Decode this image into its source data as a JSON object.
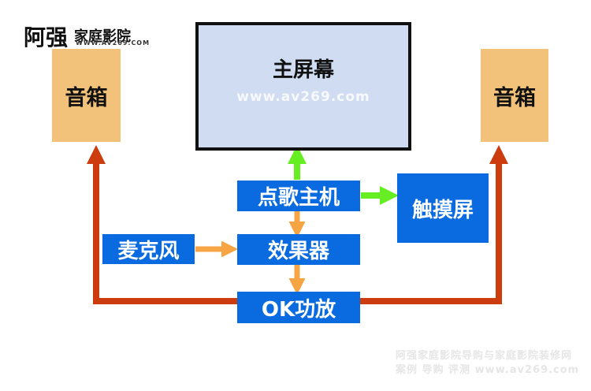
{
  "logo": {
    "name": "阿强",
    "sub": "家庭影院",
    "url": "WWW.AV269.COM"
  },
  "nodes": {
    "speaker_left": "音箱",
    "speaker_right": "音箱",
    "main_screen": "主屏幕",
    "karaoke_host": "点歌主机",
    "touch_screen": "触摸屏",
    "microphone": "麦克风",
    "effects": "效果器",
    "amplifier": "OK功放"
  },
  "screen_watermark": "www.av269.com",
  "footer": {
    "line1": "阿强家庭影院导购与家庭影院装修网",
    "line2": "案例 导购 评测 www.av269.com"
  },
  "colors": {
    "speaker": "#f2c27a",
    "blue_box": "#0a6be0",
    "screen": "#cfdcf1",
    "arrow_green": "#66ee22",
    "arrow_orange": "#f7a444",
    "arrow_red": "#cc3c0e"
  }
}
